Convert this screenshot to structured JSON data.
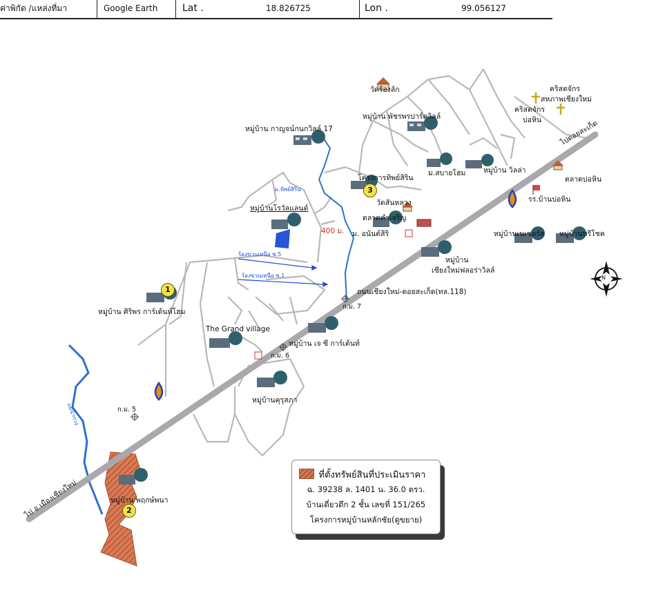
{
  "header": {
    "coord_label": "ค่าพิกัด /แหล่งที่มา",
    "source": "Google Earth",
    "lat_label": "Lat .",
    "lat_value": "18.826725",
    "lon_label": "Lon .",
    "lon_value": "99.056127"
  },
  "labels": {
    "wat_rong_lak": "วัดร้องลัก",
    "church1": "คริสตจักร",
    "church1b": "สหภาพเชียงใหม่",
    "church2": "คริสตจักร",
    "church2b": "บ่อหิน",
    "to_doi_saket": "ไปดอยสะเก็ด",
    "village_kanchanakanok": "หมู่บ้าน กาญจน์กนกวิลล์ 17",
    "village_pornphirom": "หมู่บ้าน พัชรพรปาร์ควิลล์",
    "school_thiphawan": "โครงการทิพย์สิริน",
    "wat_san_luang": "วัดสันหลวง",
    "m_sabai_home": "ม.สบายโฮม",
    "village_villa": "หมู่บ้าน วิลล่า",
    "market_bo_hin": "ตลาดบ่อหิน",
    "school_bo_hin": "รร.บ้านบ่อหิน",
    "village_royal_land": "หมู่บ้านโรวัลแลนด์",
    "m_phatsiri": "ม.ทิพย์สิริน",
    "market_kham_charoen": "ตลาดคำเจริญ",
    "m_anusit": "ม. อนันต์สิริ",
    "distance": "400 ม.",
    "village_norssa": "หมู่บ้านเนเชอร์ส",
    "village_tharisirot": "หมู่บ้านทรีโชค",
    "village_floravill": "หมู่บ้าน",
    "village_floravill_b": "เชียงใหม่ฟลอร่าวิลล์",
    "canal_north5": "ร้องขวนเหนือ ซ.5",
    "canal_north1": "ร้องขวนเหนือ ซ.1",
    "village_siriporn": "หมู่บ้าน ศิริพร การ์เด้นท์โฮม",
    "road_name": "ถนนเชียงใหม่-ดอยสะเก็ด(ทล.118)",
    "km7": "ก.ม. 7",
    "grand_village": "The Grand village",
    "village_jj": "หมู่บ้าน เจ ซี การ์เด้นท์",
    "km6": "ก.ม. 6",
    "village_khrusapha": "หมู่บ้านคุรุสภา",
    "km5": "ก.ม. 5",
    "stream": "แม่น้ำกวง",
    "village_phruksa": "หมู่บ้าน พฤกษ์พนา",
    "to_chiang_mai": "ไป อ.เมืองเชียงใหม่",
    "n1": "1",
    "n2": "2",
    "n3": "3",
    "north": "N"
  },
  "legend": {
    "title": "ที่ตั้งทรัพย์สินที่ประเมินราคา",
    "line1": "ฉ. 39238 ล. 1401  น. 36.0 ตรว.",
    "line2": "บ้านเดี่ยวตึก 2 ชั้น  เลขที่ 151/265",
    "line3": "โครงการหมู่บ้านหลักชัย(ดูขยาย)"
  },
  "colors": {
    "road": "#a8a8ad",
    "stream": "#2f6fd0",
    "property": "#d97a55",
    "marker": "#f2e34a",
    "lines": "#b8b8b8"
  },
  "icons": [
    "house-icon",
    "temple-icon",
    "church-icon",
    "gas-station-icon",
    "convenience-store-icon",
    "north-arrow-icon",
    "km-marker-icon"
  ]
}
